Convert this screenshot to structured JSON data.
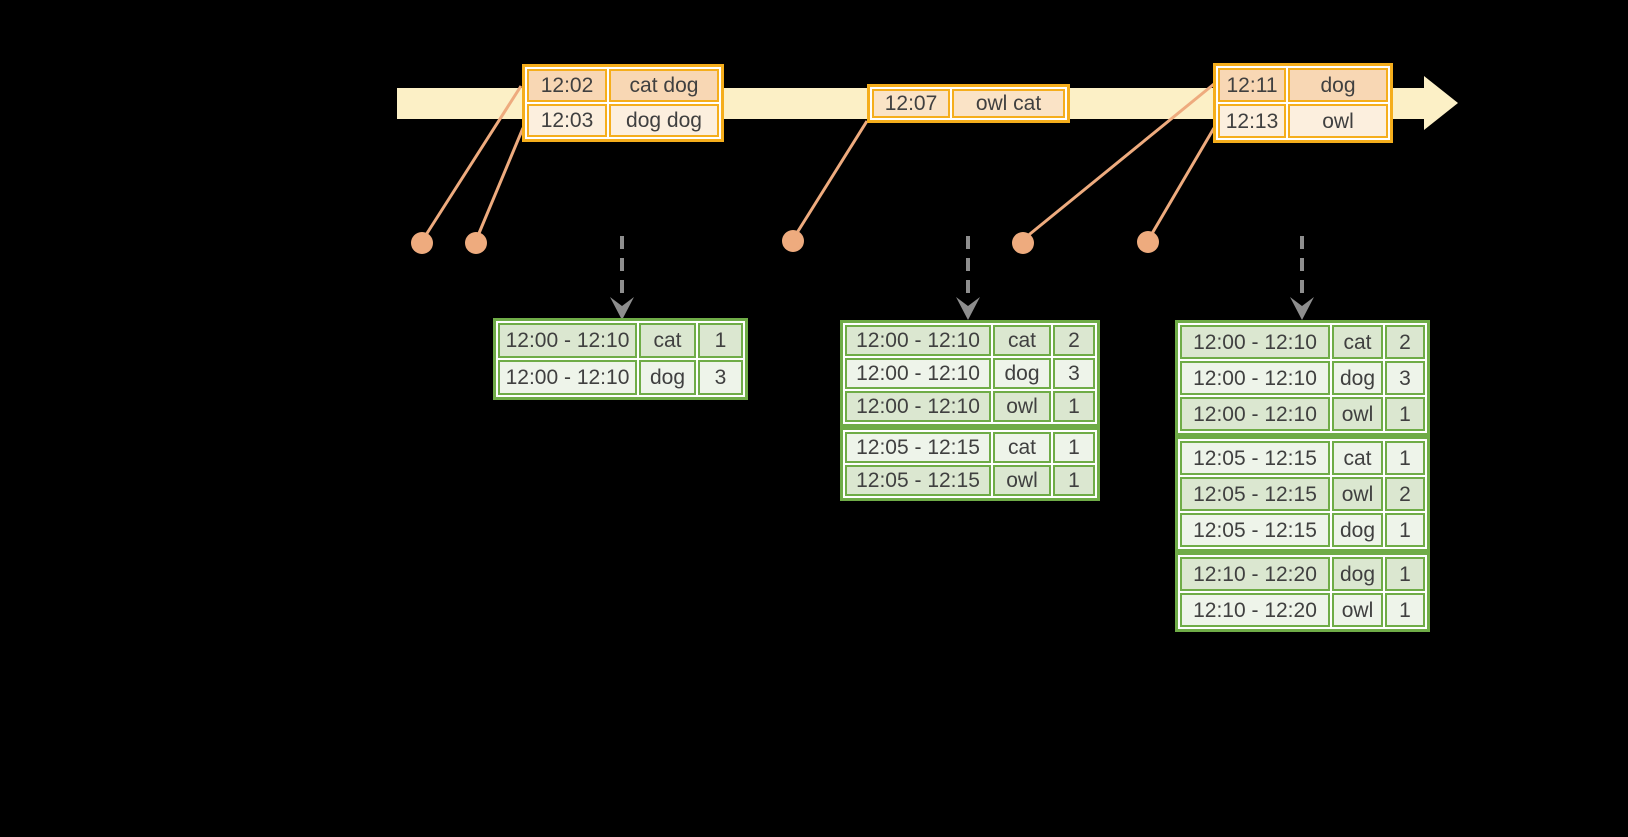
{
  "colors": {
    "background": "#000000",
    "timeline_band": "#FCF0C6",
    "event_border": "#F5AE1C",
    "event_row_dark": "#F8D7B4",
    "event_row_light": "#FCEFDE",
    "event_row_mid": "#FAE3C6",
    "connector": "#EEAB7E",
    "dashed_arrow": "#8E8E8E",
    "result_border": "#6FAC47",
    "result_row_dark": "#DBE7D0",
    "result_row_light": "#EEF4EA",
    "text": "#404040",
    "cell_gap": "#FFFFFF"
  },
  "event_tables": [
    {
      "rows": [
        {
          "time": "12:02",
          "words": "cat dog"
        },
        {
          "time": "12:03",
          "words": "dog dog"
        }
      ]
    },
    {
      "rows": [
        {
          "time": "12:07",
          "words": "owl cat"
        }
      ]
    },
    {
      "rows": [
        {
          "time": "12:11",
          "words": "dog"
        },
        {
          "time": "12:13",
          "words": "owl"
        }
      ]
    }
  ],
  "result_tables": [
    {
      "groups": [
        [
          {
            "window": "12:00 - 12:10",
            "word": "cat",
            "count": "1"
          },
          {
            "window": "12:00 - 12:10",
            "word": "dog",
            "count": "3"
          }
        ]
      ]
    },
    {
      "groups": [
        [
          {
            "window": "12:00 - 12:10",
            "word": "cat",
            "count": "2"
          },
          {
            "window": "12:00 - 12:10",
            "word": "dog",
            "count": "3"
          },
          {
            "window": "12:00 - 12:10",
            "word": "owl",
            "count": "1"
          }
        ],
        [
          {
            "window": "12:05 - 12:15",
            "word": "cat",
            "count": "1"
          },
          {
            "window": "12:05 - 12:15",
            "word": "owl",
            "count": "1"
          }
        ]
      ]
    },
    {
      "groups": [
        [
          {
            "window": "12:00 - 12:10",
            "word": "cat",
            "count": "2"
          },
          {
            "window": "12:00 - 12:10",
            "word": "dog",
            "count": "3"
          },
          {
            "window": "12:00 - 12:10",
            "word": "owl",
            "count": "1"
          }
        ],
        [
          {
            "window": "12:05 - 12:15",
            "word": "cat",
            "count": "1"
          },
          {
            "window": "12:05 - 12:15",
            "word": "owl",
            "count": "2"
          },
          {
            "window": "12:05 - 12:15",
            "word": "dog",
            "count": "1"
          }
        ],
        [
          {
            "window": "12:10 - 12:20",
            "word": "dog",
            "count": "1"
          },
          {
            "window": "12:10 - 12:20",
            "word": "owl",
            "count": "1"
          }
        ]
      ]
    }
  ]
}
